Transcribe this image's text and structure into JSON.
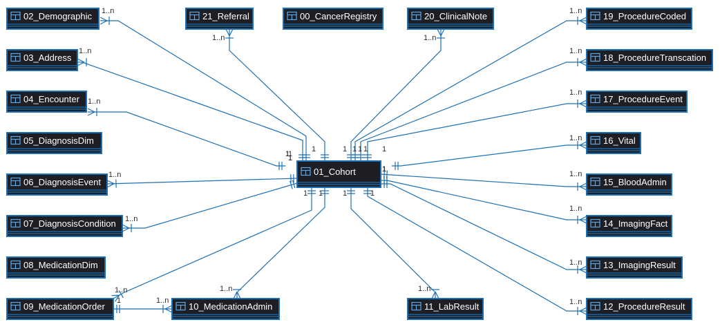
{
  "colors": {
    "line": "#1b6fb5",
    "entity_fill": "#1d1f24",
    "entity_border": "#1b6fb5",
    "entity_text": "#ffffff",
    "cardinality_text": "#2a2a2a"
  },
  "entity_icon": "table-icon",
  "entities": [
    {
      "id": "e02",
      "label": "02_Demographic"
    },
    {
      "id": "e21",
      "label": "21_Referral"
    },
    {
      "id": "e00",
      "label": "00_CancerRegistry"
    },
    {
      "id": "e20",
      "label": "20_ClinicalNote"
    },
    {
      "id": "e19",
      "label": "19_ProcedureCoded"
    },
    {
      "id": "e03",
      "label": "03_Address"
    },
    {
      "id": "e18",
      "label": "18_ProcedureTranscation"
    },
    {
      "id": "e04",
      "label": "04_Encounter"
    },
    {
      "id": "e17",
      "label": "17_ProcedureEvent"
    },
    {
      "id": "e05",
      "label": "05_DiagnosisDim"
    },
    {
      "id": "e16",
      "label": "16_Vital"
    },
    {
      "id": "e01",
      "label": "01_Cohort"
    },
    {
      "id": "e06",
      "label": "06_DiagnosisEvent"
    },
    {
      "id": "e15",
      "label": "15_BloodAdmin"
    },
    {
      "id": "e07",
      "label": "07_DiagnosisCondition"
    },
    {
      "id": "e14",
      "label": "14_ImagingFact"
    },
    {
      "id": "e08",
      "label": "08_MedicationDim"
    },
    {
      "id": "e13",
      "label": "13_ImagingResult"
    },
    {
      "id": "e09",
      "label": "09_MedicationOrder"
    },
    {
      "id": "e10",
      "label": "10_MedicationAdmin"
    },
    {
      "id": "e11",
      "label": "11_LabResult"
    },
    {
      "id": "e12",
      "label": "12_ProcedureResult"
    }
  ],
  "relationships": [
    {
      "from": "e01",
      "to": "e02",
      "from_card": "1",
      "to_card": "1..n"
    },
    {
      "from": "e01",
      "to": "e03",
      "from_card": "1",
      "to_card": "1..n"
    },
    {
      "from": "e01",
      "to": "e04",
      "from_card": "1",
      "to_card": "1..n"
    },
    {
      "from": "e01",
      "to": "e06",
      "from_card": "1",
      "to_card": "1..n"
    },
    {
      "from": "e01",
      "to": "e07",
      "from_card": "1",
      "to_card": "1..n"
    },
    {
      "from": "e01",
      "to": "e09",
      "from_card": "1",
      "to_card": "1..n"
    },
    {
      "from": "e01",
      "to": "e21",
      "from_card": "1",
      "to_card": "1..n"
    },
    {
      "from": "e01",
      "to": "e20",
      "from_card": "1",
      "to_card": "1..n"
    },
    {
      "from": "e01",
      "to": "e19",
      "from_card": "1",
      "to_card": "1..n"
    },
    {
      "from": "e01",
      "to": "e18",
      "from_card": "1",
      "to_card": "1..n"
    },
    {
      "from": "e01",
      "to": "e17",
      "from_card": "1",
      "to_card": "1..n"
    },
    {
      "from": "e01",
      "to": "e16",
      "from_card": "1",
      "to_card": "1..n"
    },
    {
      "from": "e01",
      "to": "e15",
      "from_card": "1",
      "to_card": "1..n"
    },
    {
      "from": "e01",
      "to": "e14",
      "from_card": "1",
      "to_card": "1..n"
    },
    {
      "from": "e01",
      "to": "e13",
      "from_card": "1",
      "to_card": "1..n"
    },
    {
      "from": "e01",
      "to": "e12",
      "from_card": "1",
      "to_card": "1..n"
    },
    {
      "from": "e01",
      "to": "e11",
      "from_card": "1",
      "to_card": "1..n"
    },
    {
      "from": "e01",
      "to": "e10",
      "from_card": "1",
      "to_card": "1..n"
    },
    {
      "from": "e09",
      "to": "e10",
      "from_card": "1",
      "to_card": "1..n"
    }
  ]
}
